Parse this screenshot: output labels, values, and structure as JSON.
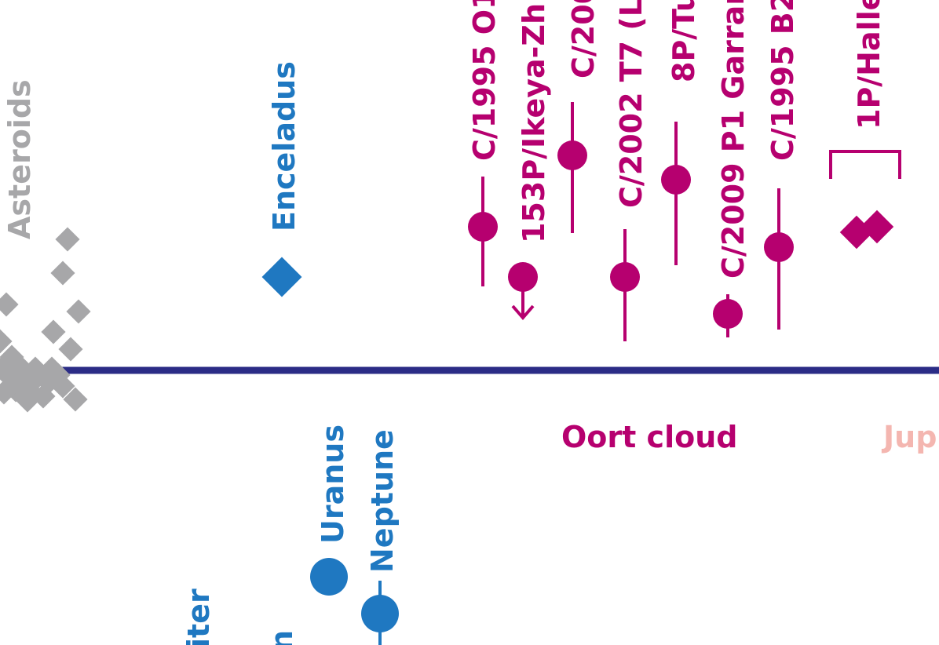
{
  "chart_data": {
    "type": "scatter",
    "title": "",
    "reference_line_color": "#2b2c86",
    "groups": [
      {
        "label": "Asteroids",
        "color": "#a7a7a9",
        "marker": "diamond",
        "count": 24
      },
      {
        "label": "Enceladus",
        "color": "#1f78c1",
        "marker": "diamond"
      },
      {
        "label": "Uranus",
        "color": "#1f78c1",
        "marker": "circle"
      },
      {
        "label": "Neptune",
        "color": "#1f78c1",
        "marker": "circle-errorbar"
      },
      {
        "label": "iter",
        "color": "#1f78c1",
        "marker": "label-only"
      },
      {
        "label": "n",
        "color": "#1f78c1",
        "marker": "label-only"
      },
      {
        "label": "Oort cloud",
        "color": "#b6006f",
        "marker": "group-label"
      },
      {
        "label": "Jup",
        "color": "#f4b6b0",
        "marker": "group-label"
      }
    ],
    "comets": [
      {
        "label": "C/1995 O1",
        "color": "#b6006f",
        "errorbar": "both"
      },
      {
        "label": "153P/Ikeya-Zh",
        "color": "#b6006f",
        "errorbar": "upper-limit"
      },
      {
        "label": "C/200",
        "color": "#b6006f",
        "errorbar": "both"
      },
      {
        "label": "C/2002 T7 (L",
        "color": "#b6006f",
        "errorbar": "both"
      },
      {
        "label": "8P/Tu",
        "color": "#b6006f",
        "errorbar": "both"
      },
      {
        "label": "C/2009 P1 Garrar",
        "color": "#b6006f",
        "errorbar": "both"
      },
      {
        "label": "C/1995 B2",
        "color": "#b6006f",
        "errorbar": "both"
      },
      {
        "label": "1P/Halle",
        "color": "#b6006f",
        "errorbar": "bracket",
        "marker": "double-diamond"
      }
    ]
  }
}
